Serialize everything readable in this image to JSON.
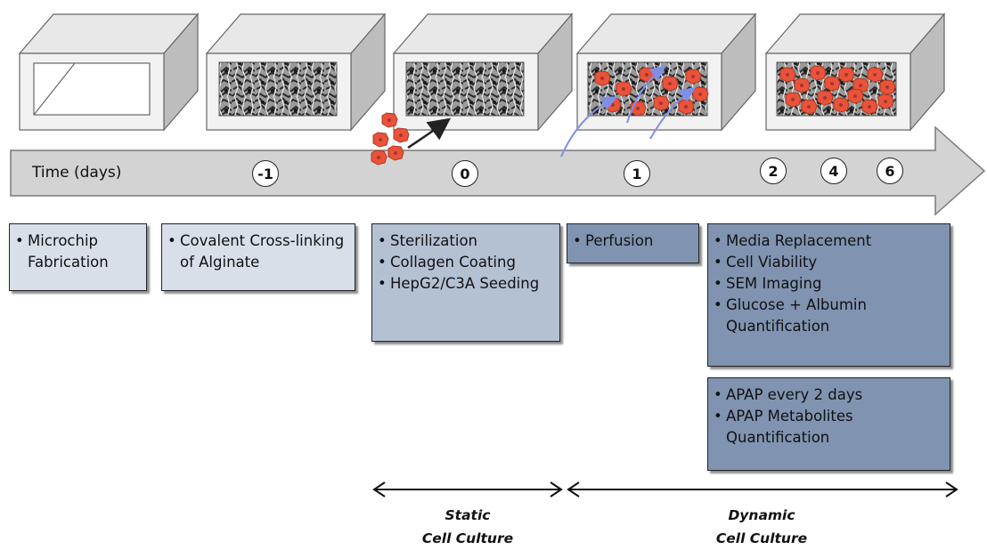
{
  "timeline": {
    "label": "Time (days)",
    "days": [
      "-1",
      "0",
      "1",
      "2",
      "4",
      "6"
    ]
  },
  "steps": [
    {
      "items": [
        "Microchip Fabrication"
      ]
    },
    {
      "items": [
        "Covalent Cross-linking of Alginate"
      ]
    },
    {
      "items": [
        "Sterilization",
        "Collagen Coating",
        "HepG2/C3A Seeding"
      ]
    },
    {
      "items": [
        "Perfusion"
      ]
    },
    {
      "items": [
        "Media Replacement",
        "Cell Viability",
        "SEM Imaging",
        "Glucose + Albumin Quantification"
      ]
    },
    {
      "items": [
        "APAP every 2 days",
        "APAP Metabolites Quantification"
      ]
    }
  ],
  "phases": {
    "static": {
      "line1": "Static",
      "line2": "Cell Culture"
    },
    "dynamic": {
      "line1": "Dynamic",
      "line2": "Cell Culture"
    }
  },
  "colors": {
    "light": "#d8dfe9",
    "medium": "#b4c1d3",
    "dark": "#8094b1",
    "cell": "#e8533a",
    "arrow": "#d3d3d3"
  }
}
